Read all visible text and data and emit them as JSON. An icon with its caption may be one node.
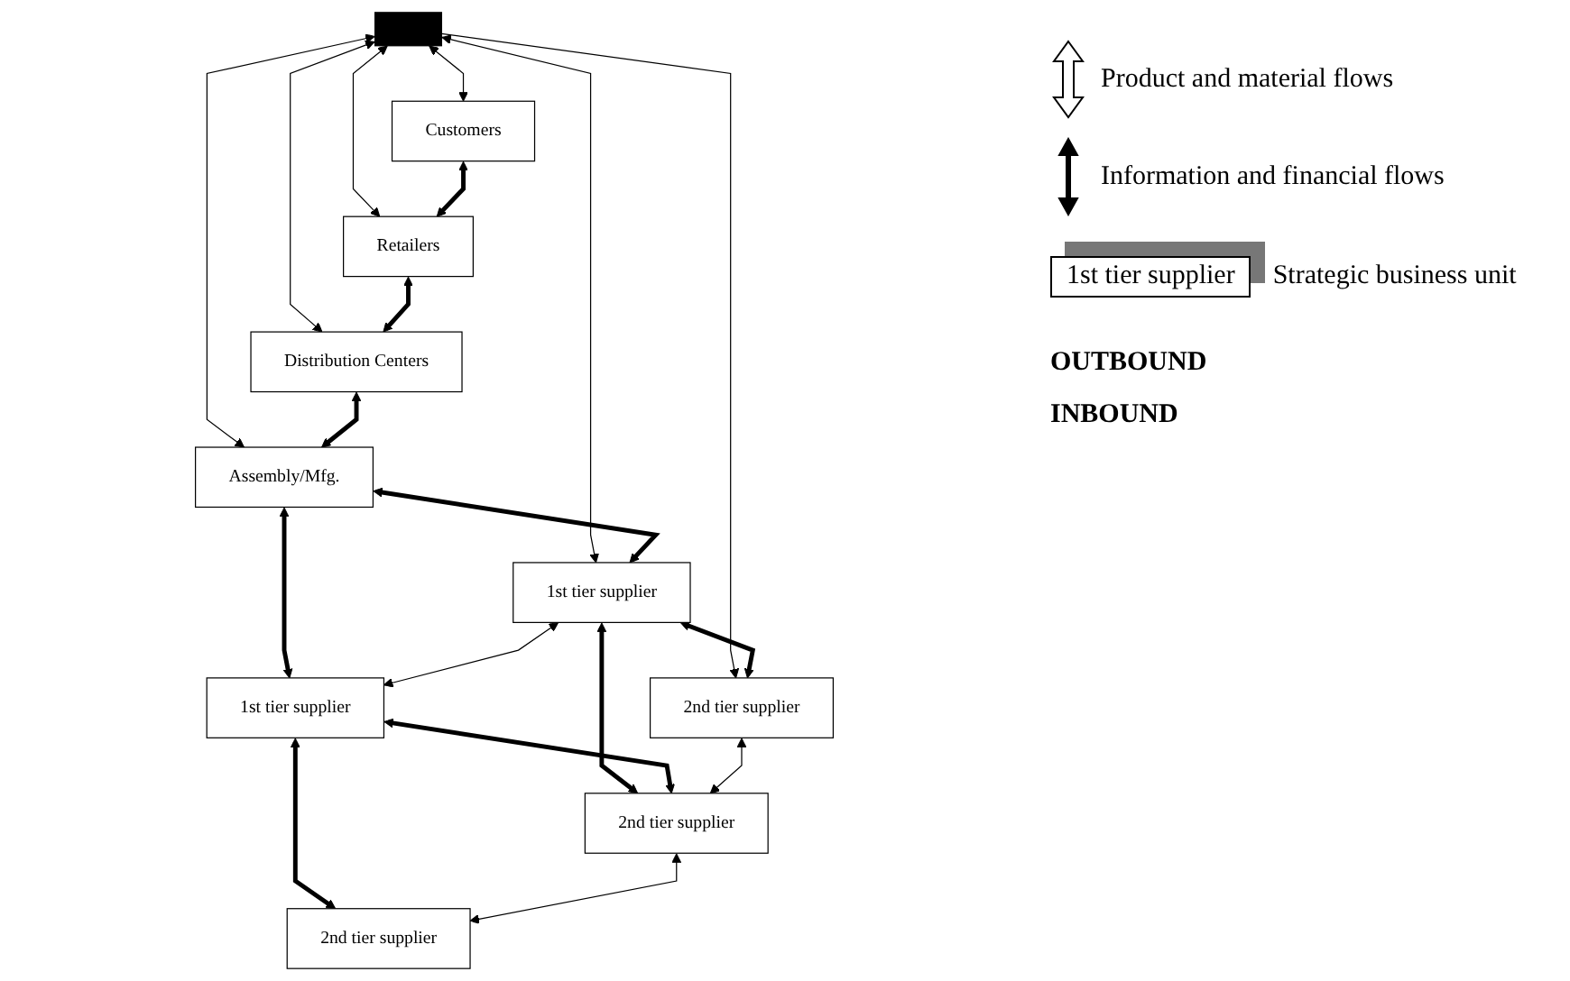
{
  "diagram": {
    "nodes": [
      {
        "text": [
          "Customers"
        ]
      },
      {
        "text": [
          "Retailers"
        ]
      },
      {
        "text": [
          "Distribution Centers"
        ]
      },
      {
        "text": [
          "Assembly/Mfg."
        ]
      },
      {
        "text": [
          "1st tier supplier"
        ]
      },
      {
        "text": [
          "1st tier supplier"
        ]
      },
      {
        "text": [
          "2nd tier supplier"
        ]
      },
      {
        "text": [
          "2nd tier supplier"
        ]
      },
      {
        "text": [
          "2nd tier supplier"
        ]
      },
      {
        "text": [],
        "shape": "bar"
      }
    ],
    "edges": [
      {
        "from": 9,
        "to": 0,
        "arrow": "both"
      },
      {
        "from": 9,
        "to": 1,
        "arrow": "both"
      },
      {
        "from": 9,
        "to": 2,
        "arrow": "both"
      },
      {
        "from": 9,
        "to": 3,
        "arrow": "both"
      },
      {
        "from": 9,
        "to": 4,
        "arrow": "both"
      },
      {
        "from": 9,
        "to": 6,
        "arrow": "to"
      },
      {
        "from": 0,
        "to": 1,
        "arrow": "both",
        "style": "thick"
      },
      {
        "from": 1,
        "to": 2,
        "arrow": "both",
        "style": "thick"
      },
      {
        "from": 2,
        "to": 3,
        "arrow": "both",
        "style": "thick"
      },
      {
        "from": 3,
        "to": 4,
        "arrow": "both",
        "style": "thick"
      },
      {
        "from": 3,
        "to": 5,
        "arrow": "both",
        "style": "thick"
      },
      {
        "from": 4,
        "to": 5,
        "arrow": "both"
      },
      {
        "from": 4,
        "to": 6,
        "arrow": "both",
        "style": "thick"
      },
      {
        "from": 4,
        "to": 7,
        "arrow": "both",
        "style": "thick"
      },
      {
        "from": 5,
        "to": 7,
        "arrow": "both",
        "style": "thick"
      },
      {
        "from": 5,
        "to": 8,
        "arrow": "both",
        "style": "thick"
      },
      {
        "from": 6,
        "to": 7,
        "arrow": "both"
      },
      {
        "from": 7,
        "to": 8,
        "arrow": "both"
      }
    ],
    "labels": [
      "OUTBOUND",
      "INBOUND",
      "1st tier supplier"
    ],
    "legend": [
      {
        "text": "Product and material flows"
      },
      {
        "text": "Information and financial flows"
      },
      {
        "text": "Strategic business unit"
      }
    ]
  }
}
